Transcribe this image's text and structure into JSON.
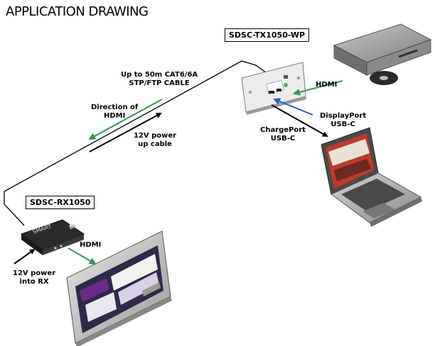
{
  "title": "APPLICATION DRAWING",
  "devices": {
    "transmitter": "SDSC-TX1050-WP",
    "receiver": "SDSC-RX1050"
  },
  "labels": {
    "cable_line1": "Up to 50m CAT6/6A",
    "cable_line2": "STP/FTP CABLE",
    "direction_line1": "Direction of",
    "direction_line2": "HDMI",
    "power_cable_line1": "12V power",
    "power_cable_line2": "up cable",
    "hdmi_source": "HDMI",
    "displayport_line1": "DisplayPort",
    "displayport_line2": "USB-C",
    "chargeport_line1": "ChargePort",
    "chargeport_line2": "USB-C",
    "hdmi_display": "HDMI",
    "power_rx_line1": "12V power",
    "power_rx_line2": "into RX",
    "receiver_logo": "SMART",
    "receiver_badge": "RX"
  },
  "colors": {
    "green_arrow": "#2e9a4e",
    "blue_arrow": "#1f5fcf",
    "black": "#000000"
  }
}
